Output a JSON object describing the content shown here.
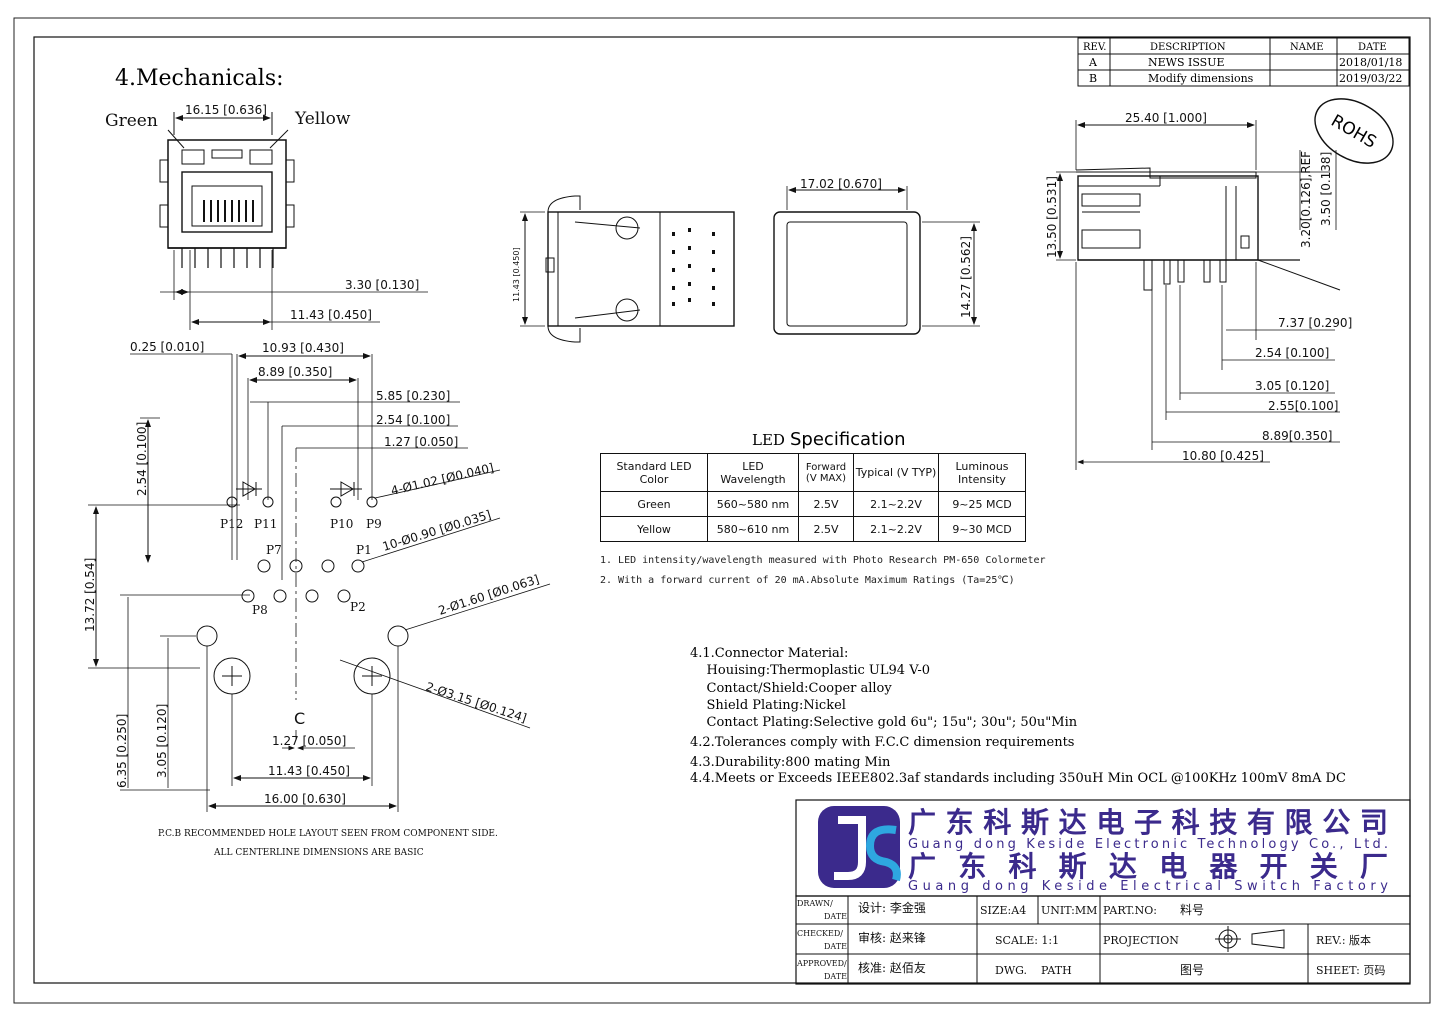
{
  "title": "4.Mechanicals:",
  "labels": {
    "green": "Green",
    "yellow": "Yellow",
    "centerline": "C",
    "rohs": "ROHS"
  },
  "revision_table": {
    "headers": [
      "REV.",
      "DESCRIPTION",
      "NAME",
      "DATE"
    ],
    "rows": [
      {
        "rev": "A",
        "desc": "NEWS ISSUE",
        "name": "",
        "date": "2018/01/18"
      },
      {
        "rev": "B",
        "desc": "Modify dimensions",
        "name": "",
        "date": "2019/03/22"
      }
    ]
  },
  "front_dims": {
    "w": "16.15 [0.636]",
    "a": "3.30 [0.130]",
    "b": "11.43 [0.450]"
  },
  "top_dims": {
    "w": "17.02 [0.670]",
    "h": "14.27 [0.562]",
    "left": "11.43 [0.450]"
  },
  "side_dims": {
    "w": "25.40 [1.000]",
    "h": "13.50 [0.531]",
    "r1": "3.20[0.126],REF",
    "r2": "3.50 [0.138]",
    "d1": "7.37 [0.290]",
    "d2": "2.54 [0.100]",
    "d3": "3.05 [0.120]",
    "d4": "2.55[0.100]",
    "d5": "8.89[0.350]",
    "d6": "10.80 [0.425]"
  },
  "pcb_dims": {
    "t1": "0.25 [0.010]",
    "t2": "10.93 [0.430]",
    "t3": "8.89 [0.350]",
    "t4": "5.85 [0.230]",
    "t5": "2.54 [0.100]",
    "t6": "1.27 [0.050]",
    "v1": "2.54 [0.100]",
    "v2": "13.72 [0.54]",
    "v3": "6.35 [0.250]",
    "v4": "3.05 [0.120]",
    "b1": "1.27 [0.050]",
    "b2": "11.43 [0.450]",
    "b3": "16.00 [0.630]",
    "h1": "4-Ø1.02 [Ø0.040]",
    "h2": "10-Ø0.90 [Ø0.035]",
    "h3": "2-Ø1.60 [Ø0.063]",
    "h4": "2-Ø3.15 [Ø0.124]"
  },
  "pins": {
    "p12": "P12",
    "p11": "P11",
    "p10": "P10",
    "p9": "P9",
    "p7": "P7",
    "p1": "P1",
    "p8": "P8",
    "p2": "P2"
  },
  "pcb_note": [
    "P.C.B RECOMMENDED HOLE LAYOUT SEEN FROM COMPONENT SIDE.",
    "ALL CENTERLINE DIMENSIONS ARE BASIC"
  ],
  "led_spec": {
    "title_a": "LED",
    "title_b": "Specification",
    "headers": [
      "Standard LED Color",
      "LED Wavelength",
      "Forward (V MAX)",
      "Typical (V TYP)",
      "Luminous Intensity"
    ],
    "rows": [
      [
        "Green",
        "560~580 nm",
        "2.5V",
        "2.1~2.2V",
        "9~25 MCD"
      ],
      [
        "Yellow",
        "580~610 nm",
        "2.5V",
        "2.1~2.2V",
        "9~30 MCD"
      ]
    ],
    "notes": [
      "1. LED intensity/wavelength measured with Photo Research PM-650 Colormeter",
      "2. With a forward current of 20 mA.Absolute Maximum Ratings (Ta=25℃)"
    ]
  },
  "material_notes": [
    "4.1.Connector Material:",
    "    Houising:Thermoplastic UL94 V-0",
    "    Contact/Shield:Cooper alloy",
    "    Shield Plating:Nickel",
    "    Contact Plating:Selective gold 6u\"; 15u\"; 30u\"; 50u\"Min",
    "4.2.Tolerances comply with F.C.C dimension requirements",
    "4.3.Durability:800 mating Min",
    "4.4.Meets or Exceeds IEEE802.3af standards including 350uH Min OCL @100KHz 100mV 8mA DC"
  ],
  "company": {
    "cn1": "广东科斯达电子科技有限公司",
    "en1": "Guang dong Keside  Electronic Technology Co., Ltd.",
    "cn2": "广东科斯达电器开关厂",
    "en2": "Guang dong Keside Electrical Switch Factory",
    "logo_text": "JS"
  },
  "title_block": {
    "drawn": "DRAWN/",
    "date": "DATE",
    "design": "设计:  李金强",
    "size": "SIZE:A4",
    "unit": "UNIT:MM",
    "partno": "PART.NO:",
    "partno_val": "料号",
    "checked": "CHECKED/",
    "review": "审核:  赵来锋",
    "scale": "SCALE:  1:1",
    "projection": "PROJECTION",
    "rev": "REV.:  版本",
    "approved": "APPROVED/",
    "approve": "核准:  赵佰友",
    "dwg": "DWG.",
    "path": "PATH",
    "dwg_val": "图号",
    "sheet": "SHEET:  页码"
  }
}
